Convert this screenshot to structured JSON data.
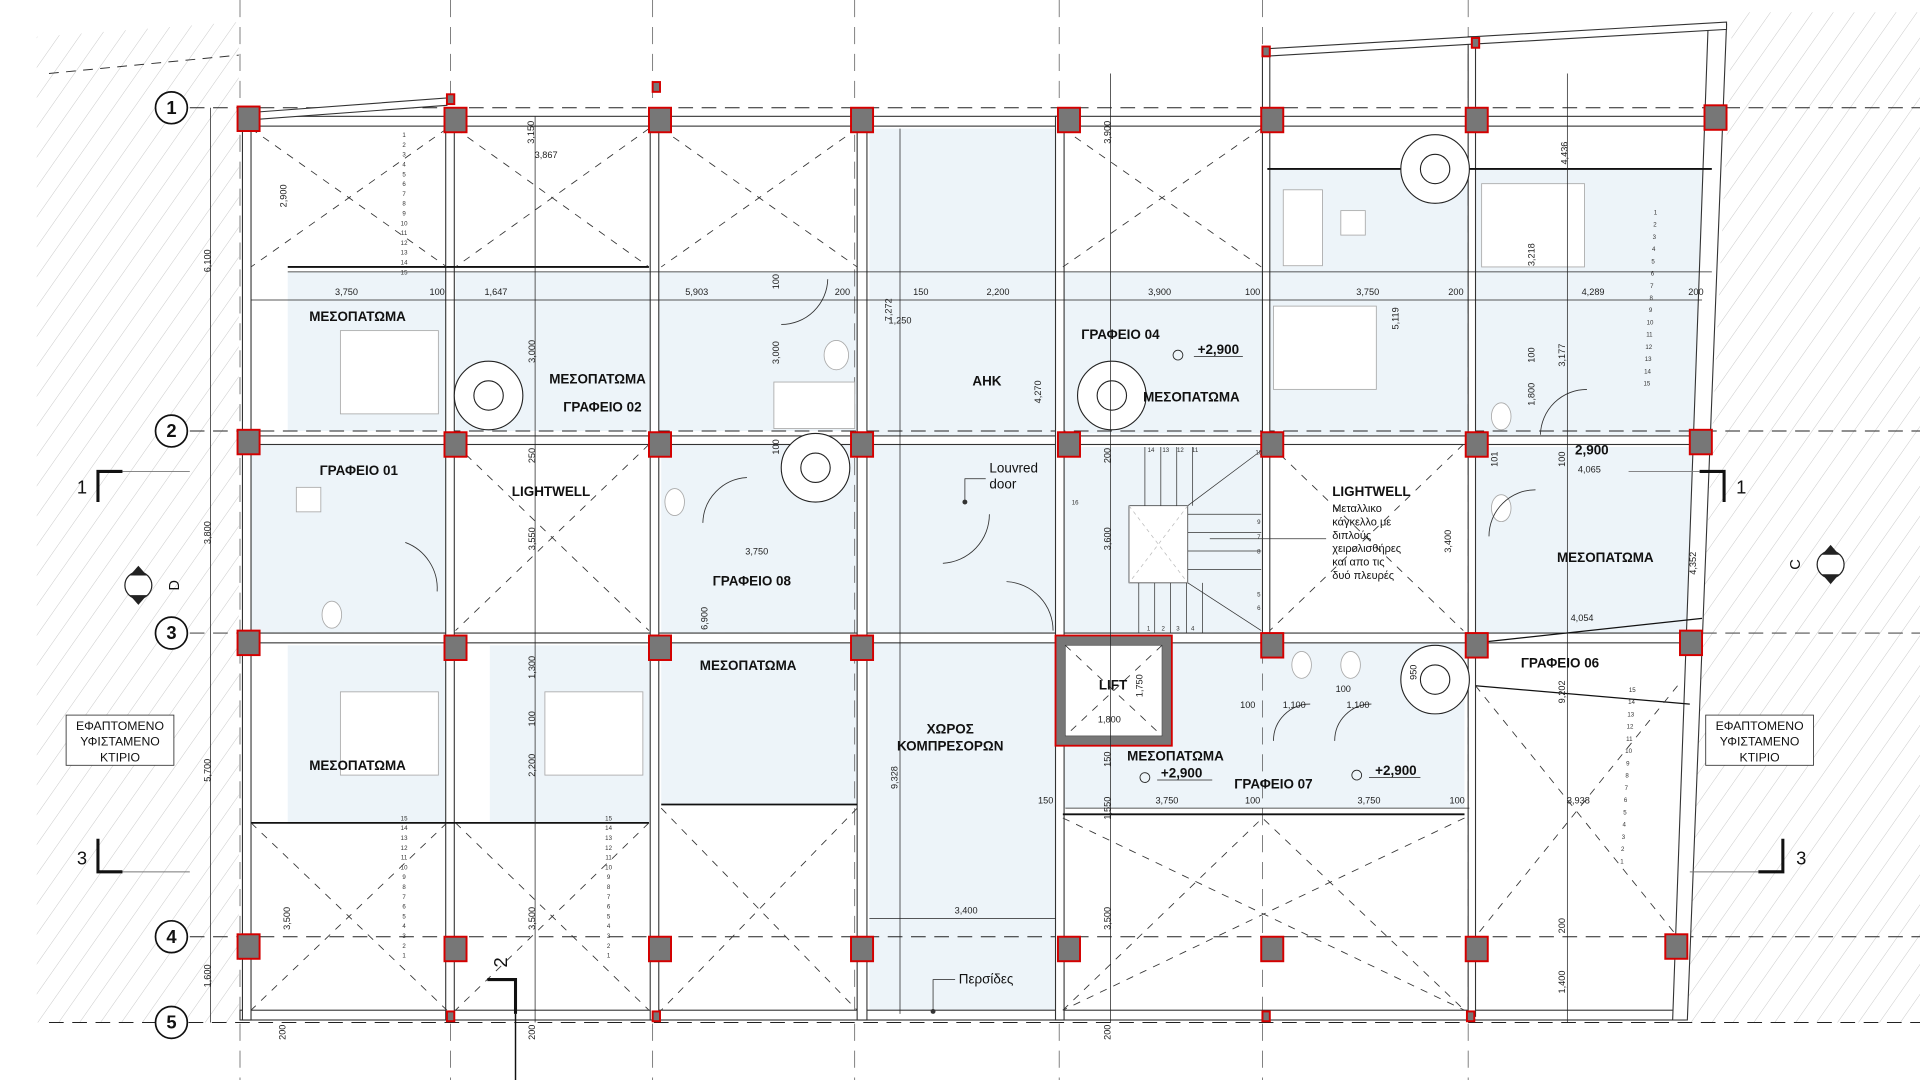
{
  "drawing": {
    "grid_rows": [
      "1",
      "2",
      "3",
      "4",
      "5"
    ],
    "section_markers": {
      "s1_left": "1",
      "s1_right": "1",
      "s3_left": "3",
      "s3_right": "3",
      "s2": "2",
      "elev_d": "D",
      "elev_c": "C"
    },
    "adjacent_building": {
      "left": [
        "ΕΦΑΠΤΟΜΕΝΟ",
        "ΥΦΙΣΤΑΜΕΝΟ",
        "ΚΤΙΡΙΟ"
      ],
      "right": [
        "ΕΦΑΠΤΟΜΕΝΟ",
        "ΥΦΙΣΤΑΜΕΝΟ",
        "ΚΤΙΡΙΟ"
      ]
    },
    "rooms": [
      "ΜΕΣΟΠΑΤΩΜΑ",
      "ΜΕΣΟΠΑΤΩΜΑ",
      "ΓΡΑΦΕΙΟ 02",
      "ΓΡΑΦΕΙΟ 01",
      "LIGHTWELL",
      "ΓΡΑΦΕΙΟ 08",
      "ΜΕΣΟΠΑΤΩΜΑ",
      "ΜΕΣΟΠΑΤΩΜΑ",
      "ΧΩΡΟΣ",
      "ΚΟΜΠΡΕΣΟΡΩΝ",
      "ΑΗΚ",
      "ΓΡΑΦΕΙΟ 04",
      "ΜΕΣΟΠΑΤΩΜΑ",
      "LIGHTWELL",
      "ΜΕΣΟΠΑΤΩΜΑ",
      "ΓΡΑΦΕΙΟ 06",
      "LIFT",
      "ΜΕΣΟΠΑΤΩΜΑ",
      "ΓΡΑΦΕΙΟ 07"
    ],
    "levels": [
      "+2,900",
      "+2,900",
      "+2,900",
      "2,900"
    ],
    "notes": {
      "louvred_door": [
        "Louvred",
        "door"
      ],
      "louvres": "Περσίδες",
      "lightwell_rail": [
        "Μεταλλικο",
        "κάγκελλο με",
        "διπλούς",
        "χειρολισθήρες",
        "και απο τις",
        "δυό πλευρές"
      ]
    },
    "dims": [
      "3,750",
      "100",
      "1,647",
      "5,903",
      "200",
      "150",
      "2,200",
      "3,900",
      "100",
      "3,750",
      "200",
      "4,289",
      "200",
      "3,867",
      "1,250",
      "3,750",
      "3,750",
      "100",
      "3,750",
      "100",
      "150",
      "3,938",
      "4,054",
      "3,400",
      "1,800",
      "100",
      "1,100",
      "1,100",
      "100",
      "4,065",
      "6,100",
      "3,800",
      "5,700",
      "1,600",
      "2,900",
      "3,150",
      "3,000",
      "250",
      "3,550",
      "1,300",
      "100",
      "2,200",
      "3,500",
      "3,500",
      "200",
      "200",
      "100",
      "3,000",
      "100",
      "6,900",
      "7,272",
      "4,270",
      "9,328",
      "3,900",
      "200",
      "3,600",
      "1,750",
      "150",
      "1,550",
      "3,500",
      "200",
      "5,119",
      "4,436",
      "3,218",
      "3,177",
      "100",
      "1,800",
      "101",
      "100",
      "3,400",
      "4,352",
      "9,202",
      "950",
      "200",
      "1,400"
    ],
    "stairs": [
      [
        "1",
        "2",
        "3",
        "4",
        "5",
        "6",
        "7",
        "8",
        "9",
        "10",
        "11",
        "12",
        "13",
        "14",
        "15"
      ],
      [
        "15",
        "14",
        "13",
        "12",
        "11",
        "10",
        "9",
        "8",
        "7",
        "6",
        "5",
        "4",
        "3",
        "2",
        "1"
      ],
      [
        "15",
        "14",
        "13",
        "12",
        "11",
        "10",
        "9",
        "8",
        "7",
        "6",
        "5",
        "4",
        "3",
        "2",
        "1"
      ],
      [
        "1",
        "2",
        "3",
        "4",
        "5",
        "6",
        "7",
        "8",
        "9",
        "10",
        "11",
        "12",
        "13",
        "14",
        "15"
      ],
      [
        "15",
        "14",
        "13",
        "12",
        "11",
        "10",
        "9",
        "8",
        "7",
        "6",
        "5",
        "4",
        "3",
        "2",
        "1"
      ],
      [
        "16",
        "14",
        "13",
        "12",
        "11",
        "10",
        "9",
        "8",
        "7",
        "6",
        "5",
        "4",
        "3",
        "2",
        "1"
      ]
    ]
  }
}
